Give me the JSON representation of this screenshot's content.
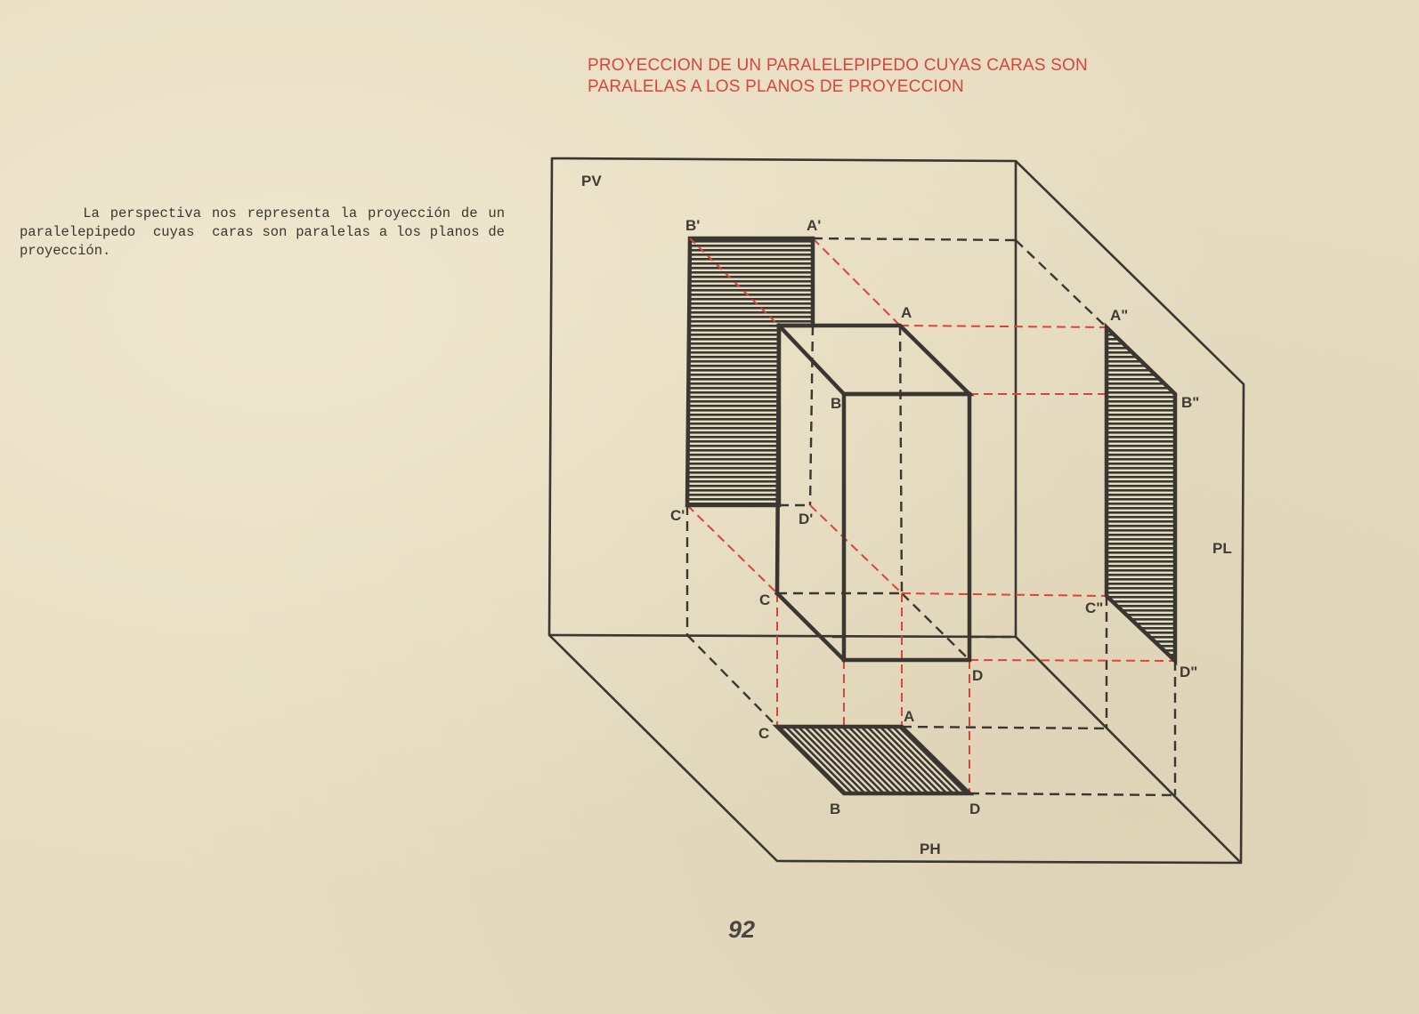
{
  "header": {
    "title_line1": "PROYECCION DE UN PARALELEPIPEDO CUYAS CARAS SON",
    "title_line2": "PARALELAS A LOS PLANOS DE PROYECCION"
  },
  "intro": {
    "text": "      La perspectiva nos representa la proyección de un paralelepipedo  cuyas  caras son paralelas a los planos de proyección."
  },
  "diagram": {
    "planes": {
      "vertical": "PV",
      "lateral": "PL",
      "horizontal": "PH"
    },
    "labels": {
      "A": "A",
      "B": "B",
      "C": "C",
      "D": "D",
      "A_prime": "A'",
      "B_prime": "B'",
      "C_prime": "C'",
      "D_prime": "D'",
      "A_dprime": "A\"",
      "B_dprime": "B\"",
      "C_dprime": "C\"",
      "D_dprime": "D\"",
      "A_h": "A",
      "B_h": "B",
      "C_h": "C",
      "D_h": "D"
    },
    "colors": {
      "ink": "#3a3631",
      "projection_red": "#d9453a",
      "paper": "#e6dcc1"
    }
  },
  "footer": {
    "page_number": "92"
  }
}
